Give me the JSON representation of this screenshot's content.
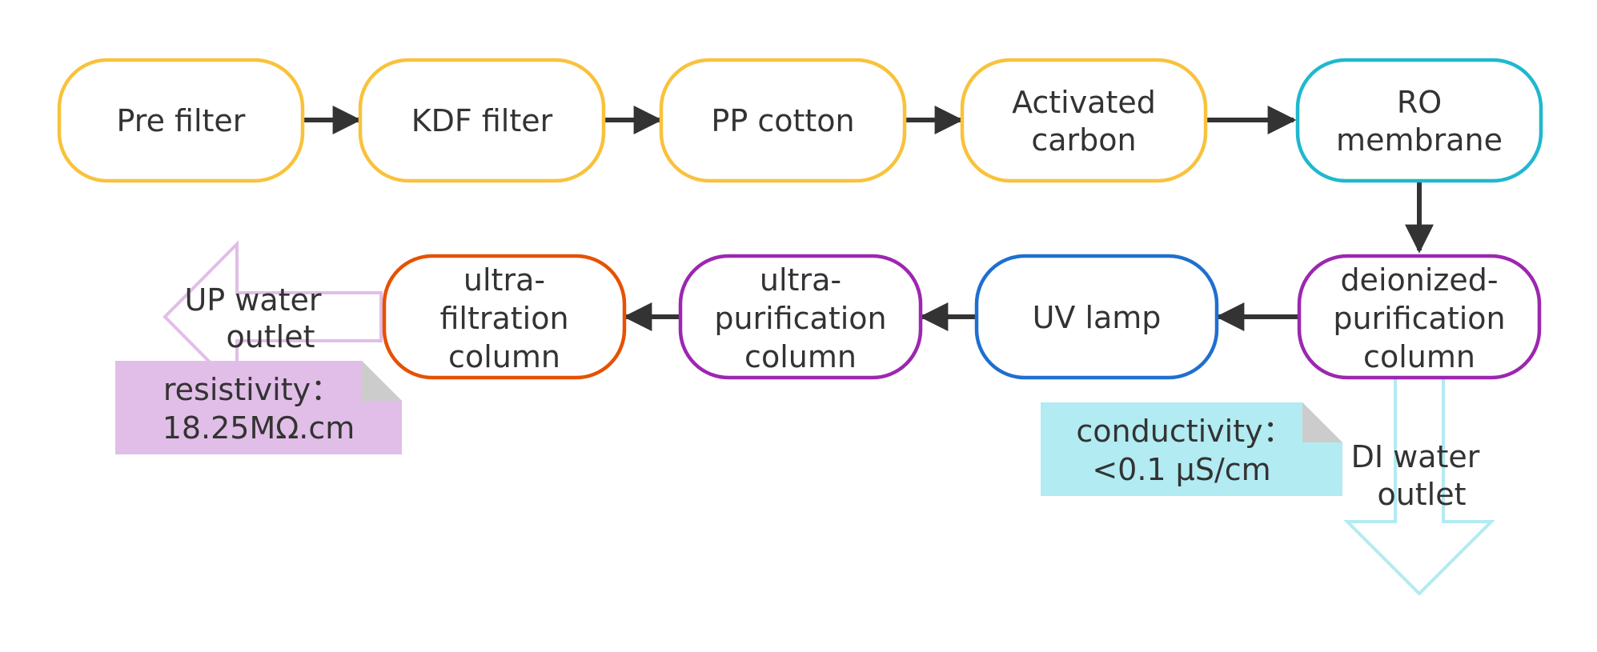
{
  "colors": {
    "yellow": "#F9C23C",
    "cyan": "#1FB8CD",
    "purple": "#9C27B0",
    "blue": "#1E6FD0",
    "orange": "#E65100",
    "arrow": "#333333",
    "note_purple": "#E1BEE7",
    "note_cyan": "#B2EBF2",
    "outline_purple": "#E1BEE7",
    "outline_cyan": "#B2EBF2"
  },
  "nodes": {
    "pre_filter": "Pre filter",
    "kdf_filter": "KDF filter",
    "pp_cotton": "PP cotton",
    "activated_carbon_1": "Activated",
    "activated_carbon_2": "carbon",
    "ro_membrane_1": "RO",
    "ro_membrane_2": "membrane",
    "deionized_1": "deionized-",
    "deionized_2": "purification",
    "deionized_3": "column",
    "uv_lamp": "UV lamp",
    "ultra_purification_1": "ultra-",
    "ultra_purification_2": "purification",
    "ultra_purification_3": "column",
    "ultra_filtration_1": "ultra-",
    "ultra_filtration_2": "filtration",
    "ultra_filtration_3": "column"
  },
  "outlets": {
    "up_water_1": "UP water",
    "up_water_2": "outlet",
    "di_water_1": "DI water",
    "di_water_2": "outlet"
  },
  "notes": {
    "resistivity_1": "resistivity：",
    "resistivity_2": "18.25MΩ.cm",
    "conductivity_1": "conductivity：",
    "conductivity_2": "<0.1 μS/cm"
  }
}
